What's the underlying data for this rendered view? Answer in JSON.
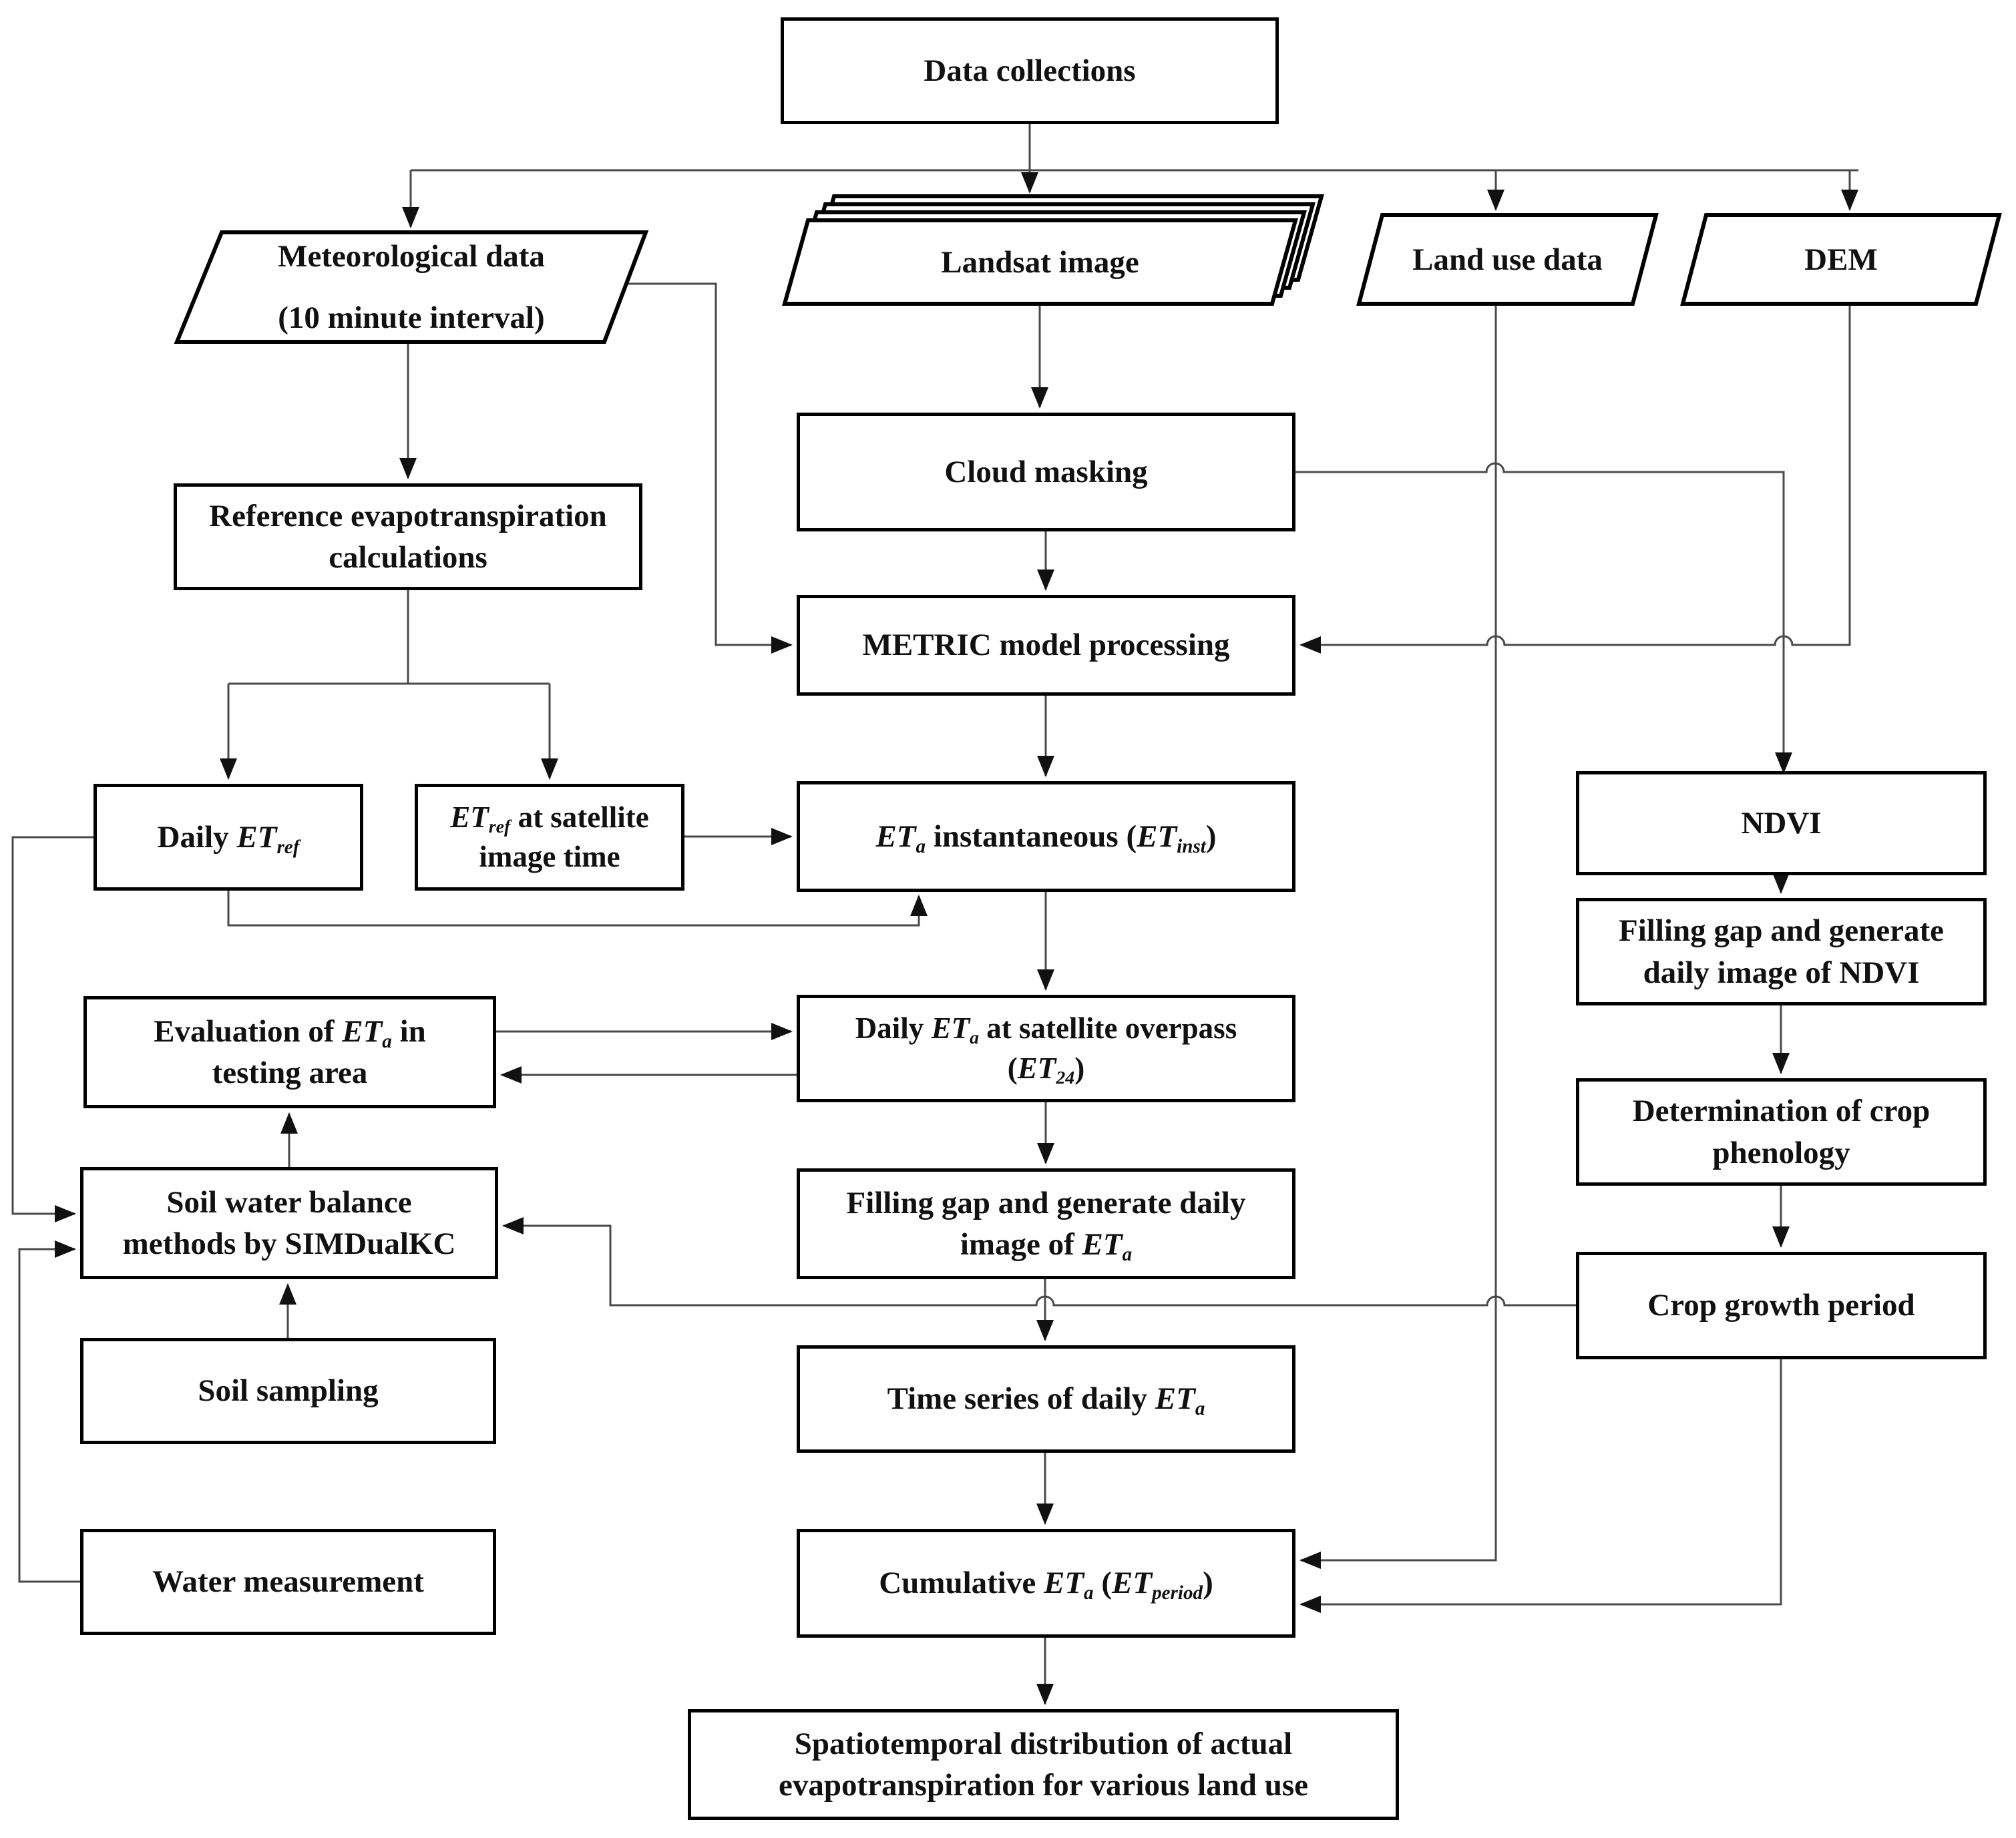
{
  "colors": {
    "background": "#ffffff",
    "box_fill": "#ffffff",
    "box_border": "#000000",
    "connector": "#4a4a4a",
    "arrowhead": "#111111",
    "text": "#111111"
  },
  "nodes": {
    "data_collections": {
      "label": [
        {
          "t": "Data collections"
        }
      ]
    },
    "meteorological_data": {
      "label": [
        {
          "t": "Meteorological data"
        },
        {
          "br": 1
        },
        {
          "t": "(10 minute interval)"
        }
      ]
    },
    "landsat_image": {
      "label": [
        {
          "t": "Landsat image"
        }
      ]
    },
    "land_use_data": {
      "label": [
        {
          "t": "Land use data"
        }
      ]
    },
    "dem": {
      "label": [
        {
          "t": "DEM"
        }
      ]
    },
    "cloud_masking": {
      "label": [
        {
          "t": "Cloud masking"
        }
      ]
    },
    "reference_et": {
      "label": [
        {
          "t": "Reference evapotranspiration"
        },
        {
          "br": 1
        },
        {
          "t": "calculations"
        }
      ]
    },
    "metric_model": {
      "label": [
        {
          "t": "METRIC model processing"
        }
      ]
    },
    "daily_etref": {
      "label": [
        {
          "t": "Daily "
        },
        {
          "t": "ET",
          "i": 1
        },
        {
          "t": "ref",
          "i": 1,
          "sub": 1
        }
      ]
    },
    "etref_satellite": {
      "label": [
        {
          "t": "ET",
          "i": 1
        },
        {
          "t": "ref",
          "i": 1,
          "sub": 1
        },
        {
          "t": " at satellite"
        },
        {
          "br": 1
        },
        {
          "t": "image time"
        }
      ]
    },
    "eta_inst": {
      "label": [
        {
          "t": "ET",
          "i": 1
        },
        {
          "t": "a",
          "i": 1,
          "sub": 1
        },
        {
          "t": " instantaneous ("
        },
        {
          "t": "ET",
          "i": 1
        },
        {
          "t": "inst",
          "i": 1,
          "sub": 1
        },
        {
          "t": ")"
        }
      ]
    },
    "ndvi": {
      "label": [
        {
          "t": "NDVI"
        }
      ]
    },
    "fill_gap_ndvi": {
      "label": [
        {
          "t": "Filling gap and generate"
        },
        {
          "br": 1
        },
        {
          "t": "daily image of NDVI"
        }
      ]
    },
    "crop_phenology": {
      "label": [
        {
          "t": "Determination of crop"
        },
        {
          "br": 1
        },
        {
          "t": "phenology"
        }
      ]
    },
    "crop_growth": {
      "label": [
        {
          "t": "Crop growth period"
        }
      ]
    },
    "daily_eta_overpass": {
      "label": [
        {
          "t": "Daily "
        },
        {
          "t": "ET",
          "i": 1
        },
        {
          "t": "a",
          "i": 1,
          "sub": 1
        },
        {
          "t": " at satellite overpass"
        },
        {
          "br": 1
        },
        {
          "t": "("
        },
        {
          "t": "ET",
          "i": 1
        },
        {
          "t": "24",
          "i": 1,
          "sub": 1
        },
        {
          "t": ")"
        }
      ]
    },
    "evaluation_eta": {
      "label": [
        {
          "t": "Evaluation of "
        },
        {
          "t": "ET",
          "i": 1
        },
        {
          "t": "a",
          "i": 1,
          "sub": 1
        },
        {
          "t": " in"
        },
        {
          "br": 1
        },
        {
          "t": "testing area"
        }
      ]
    },
    "fill_gap_eta": {
      "label": [
        {
          "t": "Filling gap and generate daily"
        },
        {
          "br": 1
        },
        {
          "t": "image of "
        },
        {
          "t": "ET",
          "i": 1
        },
        {
          "t": "a",
          "i": 1,
          "sub": 1
        }
      ]
    },
    "soil_water_balance": {
      "label": [
        {
          "t": "Soil water balance"
        },
        {
          "br": 1
        },
        {
          "t": "methods by SIMDualKC"
        }
      ]
    },
    "soil_sampling": {
      "label": [
        {
          "t": "Soil sampling"
        }
      ]
    },
    "water_measurement": {
      "label": [
        {
          "t": "Water measurement"
        }
      ]
    },
    "time_series_eta": {
      "label": [
        {
          "t": "Time series of daily "
        },
        {
          "t": "ET",
          "i": 1
        },
        {
          "t": "a",
          "i": 1,
          "sub": 1
        }
      ]
    },
    "cumulative_eta": {
      "label": [
        {
          "t": "Cumulative "
        },
        {
          "t": "ET",
          "i": 1
        },
        {
          "t": "a",
          "i": 1,
          "sub": 1
        },
        {
          "t": " ("
        },
        {
          "t": "ET",
          "i": 1
        },
        {
          "t": "period",
          "i": 1,
          "sub": 1
        },
        {
          "t": ")"
        }
      ]
    },
    "spatiotemporal": {
      "label": [
        {
          "t": "Spatiotemporal distribution of actual"
        },
        {
          "br": 1
        },
        {
          "t": "evapotranspiration for various land use"
        }
      ]
    }
  }
}
